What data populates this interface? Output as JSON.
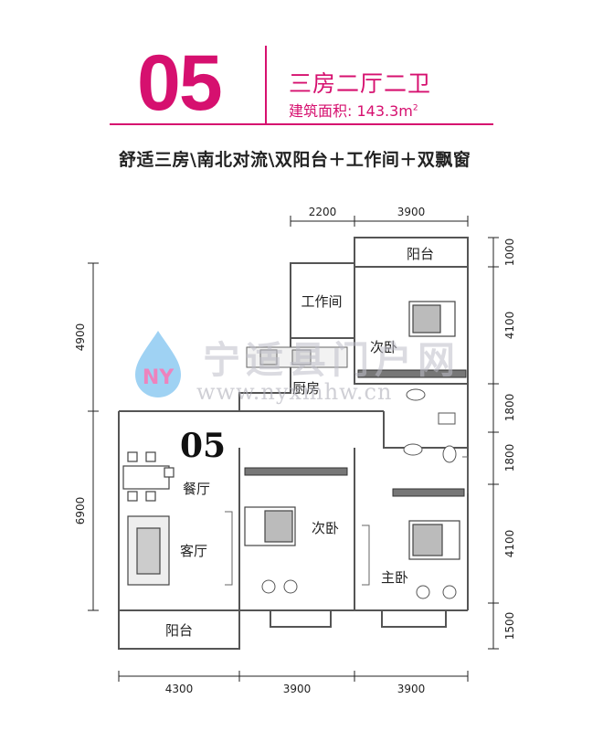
{
  "header": {
    "unit_number": "05",
    "unit_type": "三房二厅二卫",
    "area_label": "建筑面积:",
    "area_value": "143.3m",
    "area_unit_sup": "2",
    "tagline": "舒适三房\\南北对流\\双阳台＋工作间＋双飘窗"
  },
  "plan": {
    "unit_label": "05",
    "rooms": {
      "balcony_top": "阳台",
      "workroom": "工作间",
      "bedroom_top_right": "次卧",
      "kitchen": "厨房",
      "dining": "餐厅",
      "living": "客厅",
      "balcony_bottom": "阳台",
      "bedroom_middle": "次卧",
      "master_bedroom": "主卧"
    },
    "dimensions": {
      "top": [
        "2200",
        "3900"
      ],
      "bottom": [
        "4300",
        "3900",
        "3900"
      ],
      "left": [
        "4900",
        "6900"
      ],
      "right": [
        "1000",
        "4100",
        "1800",
        "1800",
        "4100",
        "1500"
      ]
    }
  },
  "watermark": {
    "text": "宁适县门户网",
    "url": "www.nyxmhw.cn",
    "logo": "NY"
  },
  "colors": {
    "accent": "#d6106f",
    "wall": "#555555",
    "watermark_blue": "#3aa0e0",
    "watermark_pink": "#e85aa8"
  }
}
